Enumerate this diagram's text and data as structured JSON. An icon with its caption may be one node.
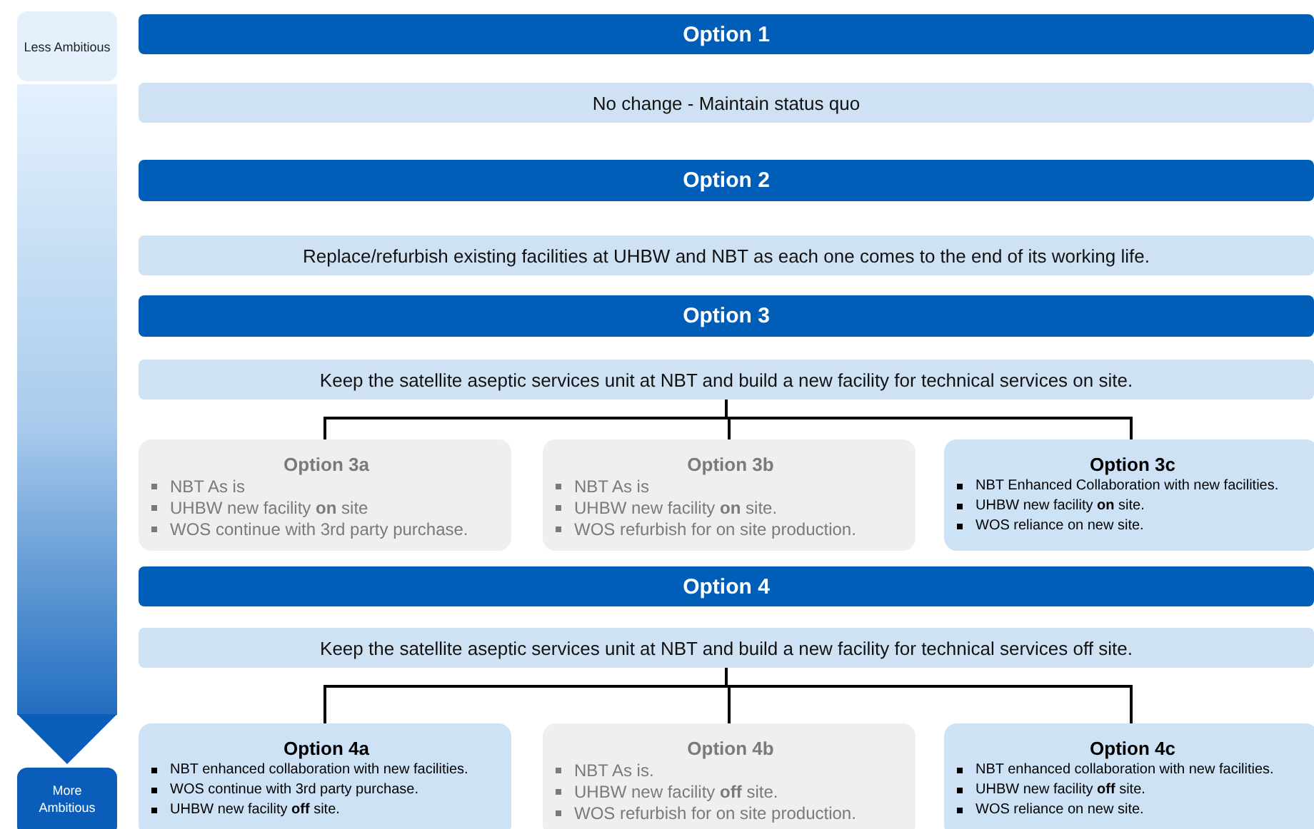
{
  "diagram": {
    "nodes": [
      {
        "text": [
          "Less Ambitious"
        ]
      },
      {
        "text": [
          "More Ambitious"
        ]
      },
      {
        "text": [
          "Option 1"
        ]
      },
      {
        "text": [
          "No change - Maintain status quo"
        ]
      },
      {
        "text": [
          "Option 2"
        ]
      },
      {
        "text": [
          "Replace/refurbish existing facilities at UHBW and NBT as each one comes to the end of its working life."
        ]
      },
      {
        "text": [
          "Option 3"
        ]
      },
      {
        "text": [
          "Keep the satellite aseptic services unit at NBT and build a new facility for technical services on site."
        ]
      },
      {
        "text": [
          "Option 3a",
          "NBT As is",
          "UHBW new facility **on** site",
          "WOS continue with 3rd party purchase."
        ]
      },
      {
        "text": [
          "Option 3b",
          "NBT As is",
          "UHBW new facility **on** site.",
          "WOS refurbish for on site production."
        ]
      },
      {
        "text": [
          "Option 3c",
          "NBT Enhanced Collaboration with new facilities.",
          "UHBW new facility **on** site.",
          "WOS reliance on new site."
        ]
      },
      {
        "text": [
          "Option 4"
        ]
      },
      {
        "text": [
          "Keep the satellite aseptic services unit at NBT and build a new facility for technical services off site."
        ]
      },
      {
        "text": [
          "Option 4a",
          "NBT enhanced collaboration with new facilities.",
          "WOS continue with 3rd party purchase.",
          "UHBW new facility **off** site."
        ]
      },
      {
        "text": [
          "Option 4b",
          "NBT As is.",
          "UHBW new facility **off** site.",
          "WOS refurbish for on site production."
        ]
      },
      {
        "text": [
          "Option 4c",
          "NBT enhanced collaboration with new facilities.",
          "UHBW new facility **off** site.",
          "WOS reliance on new site."
        ]
      }
    ],
    "edges": [
      {
        "from": 0,
        "to": 1,
        "arrow": "to",
        "style": "thick"
      },
      {
        "from": 7,
        "to": 8,
        "arrow": "none"
      },
      {
        "from": 7,
        "to": 9,
        "arrow": "none"
      },
      {
        "from": 7,
        "to": 10,
        "arrow": "none"
      },
      {
        "from": 12,
        "to": 13,
        "arrow": "none"
      },
      {
        "from": 12,
        "to": 14,
        "arrow": "none"
      },
      {
        "from": 12,
        "to": 15,
        "arrow": "none"
      }
    ]
  }
}
